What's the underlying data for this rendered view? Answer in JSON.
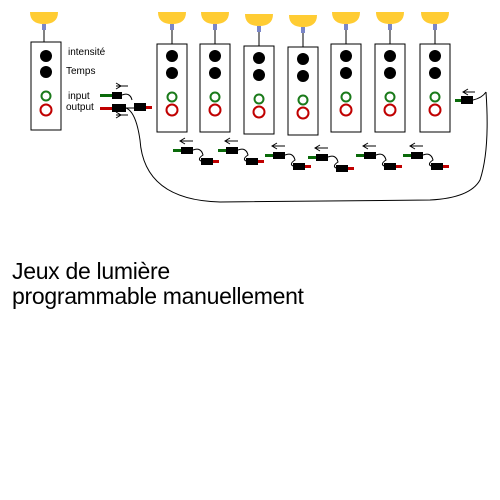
{
  "title": {
    "line1": "Jeux de lumière",
    "line2": "programmable manuellement"
  },
  "controller": {
    "knob1_label": "intensité",
    "knob2_label": "Temps",
    "input_label": "input",
    "output_label": "output"
  },
  "module_count": 7,
  "colors": {
    "bulb": "#ffcc33",
    "bulb_stem": "#7a86c8",
    "knob": "#000000",
    "input_led": "#1a7a1a",
    "output_led": "#c00000",
    "cable_green": "#0a6a0a",
    "cable_red": "#c00000"
  },
  "icons": [
    "light-bulb-icon",
    "knob-icon",
    "led-icon",
    "jack-connector-icon",
    "arrow-icon"
  ]
}
